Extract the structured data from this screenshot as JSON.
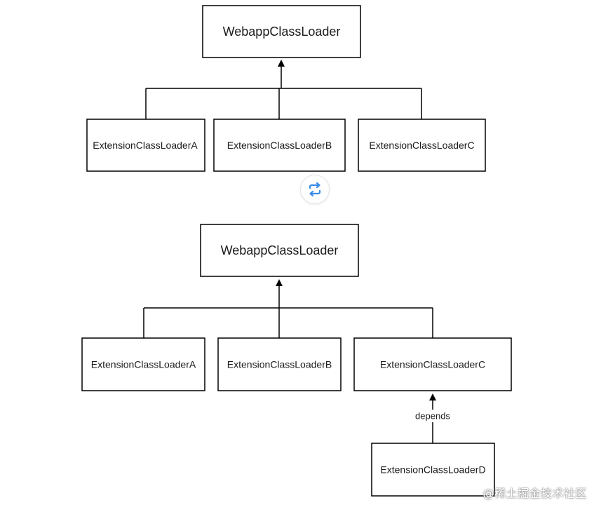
{
  "diagrams": [
    {
      "root": "WebappClassLoader",
      "children": [
        "ExtensionClassLoaderA",
        "ExtensionClassLoaderB",
        "ExtensionClassLoaderC"
      ]
    },
    {
      "root": "WebappClassLoader",
      "children": [
        "ExtensionClassLoaderA",
        "ExtensionClassLoaderB",
        "ExtensionClassLoaderC"
      ],
      "dependent": "ExtensionClassLoaderD",
      "dependency_label": "depends"
    }
  ],
  "watermark": "@稀土掘金技术社区",
  "swap_icon": "swap-arrows-icon",
  "colors": {
    "stroke": "#000000",
    "text": "#1a1a1a",
    "icon": "#3b8be8"
  }
}
